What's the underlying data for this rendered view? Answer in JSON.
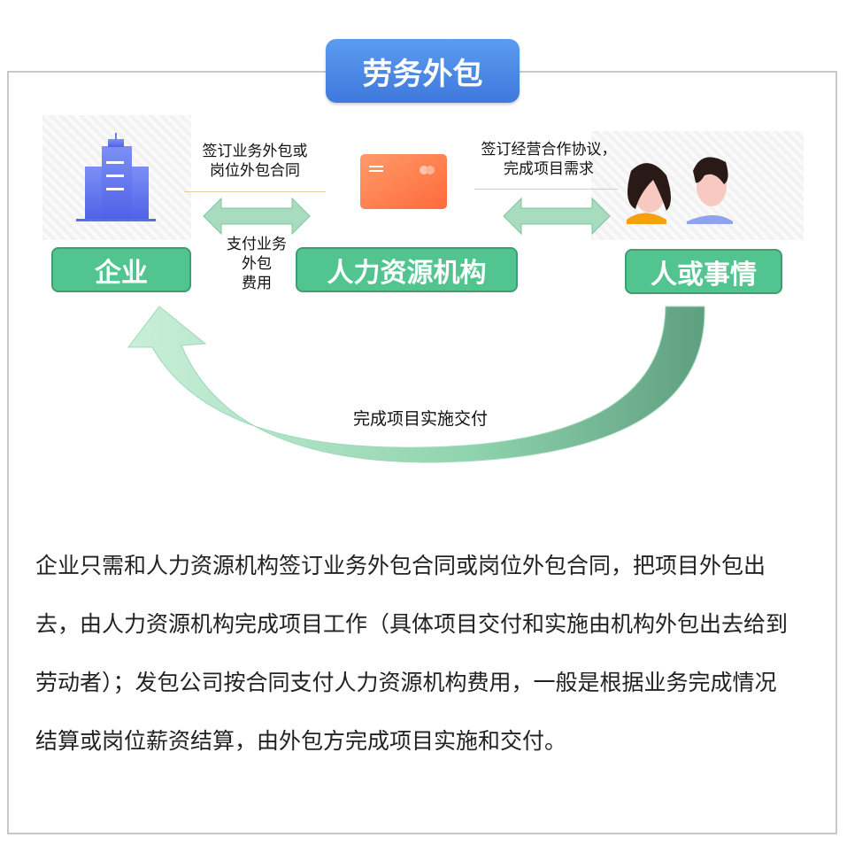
{
  "title": "劳务外包",
  "nodes": {
    "enterprise": "企业",
    "hr_agency": "人力资源机构",
    "people": "人或事情"
  },
  "labels": {
    "contract_top": [
      "签订业务外包或",
      "岗位外包合同"
    ],
    "payment": [
      "支付业务",
      "外包",
      "费用"
    ],
    "agreement": [
      "签订经营合作协议，",
      "完成项目需求"
    ],
    "delivery": "完成项目实施交付"
  },
  "description": "企业只需和人力资源机构签订业务外包合同或岗位外包合同，把项目外包出去，由人力资源机构完成项目工作（具体项目交付和实施由机构外包出去给到劳动者）；发包公司按合同支付人力资源机构费用，一般是根据业务完成情况结算或岗位薪资结算，由外包方完成项目实施和交付。",
  "colors": {
    "green": "#52c48f",
    "blue": "#4a86e4",
    "orange": "#ff7a45"
  }
}
